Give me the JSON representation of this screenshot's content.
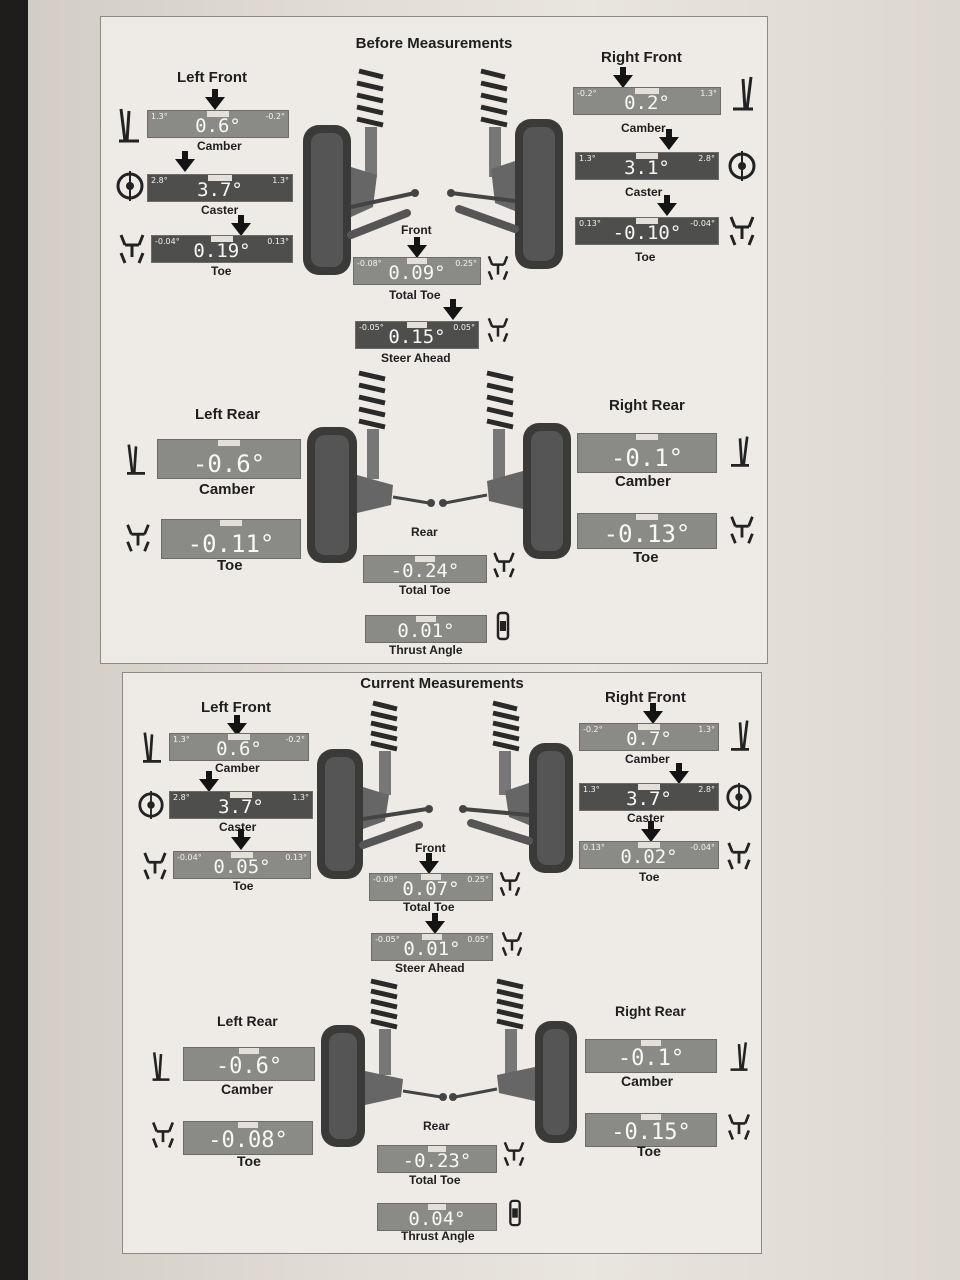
{
  "before": {
    "title": "Before Measurements",
    "left_front": {
      "heading": "Left Front",
      "camber": {
        "label": "Camber",
        "value": "0.6°",
        "min": "1.3°",
        "max": "-0.2°"
      },
      "caster": {
        "label": "Caster",
        "value": "3.7°",
        "min": "2.8°",
        "max": "1.3°"
      },
      "toe": {
        "label": "Toe",
        "value": "0.19°",
        "min": "-0.04°",
        "max": "0.13°"
      }
    },
    "right_front": {
      "heading": "Right Front",
      "camber": {
        "label": "Camber",
        "value": "0.2°",
        "min": "-0.2°",
        "max": "1.3°"
      },
      "caster": {
        "label": "Caster",
        "value": "3.1°",
        "min": "1.3°",
        "max": "2.8°"
      },
      "toe": {
        "label": "Toe",
        "value": "-0.10°",
        "min": "0.13°",
        "max": "-0.04°"
      }
    },
    "front": {
      "heading": "Front",
      "total_toe": {
        "label": "Total Toe",
        "value": "0.09°",
        "min": "-0.08°",
        "max": "0.25°"
      },
      "steer_ahead": {
        "label": "Steer Ahead",
        "value": "0.15°",
        "min": "-0.05°",
        "max": "0.05°"
      }
    },
    "left_rear": {
      "heading": "Left Rear",
      "camber": {
        "label": "Camber",
        "value": "-0.6°"
      },
      "toe": {
        "label": "Toe",
        "value": "-0.11°"
      }
    },
    "right_rear": {
      "heading": "Right Rear",
      "camber": {
        "label": "Camber",
        "value": "-0.1°"
      },
      "toe": {
        "label": "Toe",
        "value": "-0.13°"
      }
    },
    "rear": {
      "heading": "Rear",
      "total_toe": {
        "label": "Total Toe",
        "value": "-0.24°"
      },
      "thrust_angle": {
        "label": "Thrust Angle",
        "value": "0.01°"
      }
    }
  },
  "current": {
    "title": "Current Measurements",
    "left_front": {
      "heading": "Left Front",
      "camber": {
        "label": "Camber",
        "value": "0.6°",
        "min": "1.3°",
        "max": "-0.2°"
      },
      "caster": {
        "label": "Caster",
        "value": "3.7°",
        "min": "2.8°",
        "max": "1.3°"
      },
      "toe": {
        "label": "Toe",
        "value": "0.05°",
        "min": "-0.04°",
        "max": "0.13°"
      }
    },
    "right_front": {
      "heading": "Right Front",
      "camber": {
        "label": "Camber",
        "value": "0.7°",
        "min": "-0.2°",
        "max": "1.3°"
      },
      "caster": {
        "label": "Caster",
        "value": "3.7°",
        "min": "1.3°",
        "max": "2.8°"
      },
      "toe": {
        "label": "Toe",
        "value": "0.02°",
        "min": "0.13°",
        "max": "-0.04°"
      }
    },
    "front": {
      "heading": "Front",
      "total_toe": {
        "label": "Total Toe",
        "value": "0.07°",
        "min": "-0.08°",
        "max": "0.25°"
      },
      "steer_ahead": {
        "label": "Steer Ahead",
        "value": "0.01°",
        "min": "-0.05°",
        "max": "0.05°"
      }
    },
    "left_rear": {
      "heading": "Left Rear",
      "camber": {
        "label": "Camber",
        "value": "-0.6°"
      },
      "toe": {
        "label": "Toe",
        "value": "-0.08°"
      }
    },
    "right_rear": {
      "heading": "Right Rear",
      "camber": {
        "label": "Camber",
        "value": "-0.1°"
      },
      "toe": {
        "label": "Toe",
        "value": "-0.15°"
      }
    },
    "rear": {
      "heading": "Rear",
      "total_toe": {
        "label": "Total Toe",
        "value": "-0.23°"
      },
      "thrust_angle": {
        "label": "Thrust Angle",
        "value": "0.04°"
      }
    }
  },
  "icons": {
    "camber": "camber-icon",
    "caster": "caster-icon",
    "toe": "toe-icon",
    "thrust": "thrust-angle-icon",
    "suspension": "suspension-strut-icon"
  },
  "colors": {
    "gauge_light": "#8a8a87",
    "gauge_dark": "#4e4e4c",
    "value_text": "#f7f7f5"
  }
}
